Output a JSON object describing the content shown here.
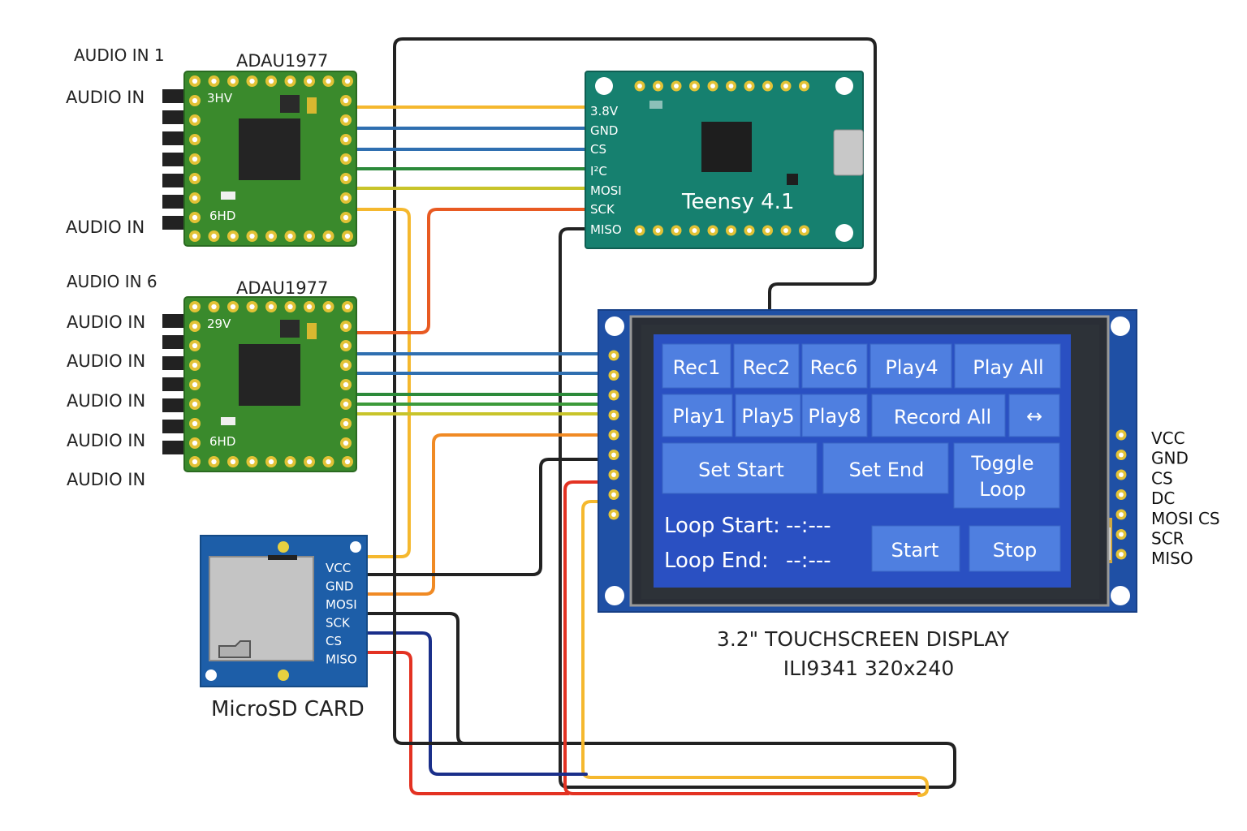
{
  "labels": {
    "audio_in_1": "AUDIO IN 1",
    "audio_in_6": "AUDIO IN 6",
    "audio_in": "AUDIO IN",
    "adau_title": "ADAU1977",
    "adau1_top_pin": "3HV",
    "adau1_bottom_pin": "6HD",
    "adau2_top_pin": "29V",
    "adau2_bottom_pin": "6HD",
    "teensy_title": "Teensy 4.1",
    "microsd_title": "MicroSD CARD",
    "display_title_line1": "3.2\" TOUCHSCREEN DISPLAY",
    "display_title_line2": "ILI9341 320x240"
  },
  "teensy_pins": [
    "3.8V",
    "GND",
    "CS",
    "I²C",
    "MOSI",
    "SCK",
    "MISO"
  ],
  "microsd_pins": [
    "VCC",
    "GND",
    "MOSI",
    "SCK",
    "CS",
    "MISO"
  ],
  "display_pins": [
    "VCC",
    "GND",
    "CS",
    "DC",
    "MOSI CS",
    "SCR",
    "MISO"
  ],
  "screen": {
    "buttons": [
      "Rec1",
      "Rec2",
      "Rec6",
      "Play4",
      "Play All",
      "Play1",
      "Play5",
      "Play8",
      "Record All",
      "↔",
      "Set Start",
      "Set End",
      "Toggle",
      "Loop",
      "Start",
      "Stop"
    ],
    "loop_start_label": "Loop Start:",
    "loop_start_value": "--:---",
    "loop_end_label": "Loop End:",
    "loop_end_value": "--:---"
  },
  "colors": {
    "adau_pcb": "#3a8a2c",
    "teensy_pcb": "#16806f",
    "display_pcb": "#1f50a5",
    "screen_bg": "#2a50c2",
    "button": "#4f7fe0",
    "sd_pcb": "#1d5ea8",
    "wire_yellow": "#f5b82e",
    "wire_blue": "#2f6fb0",
    "wire_green": "#2c8a3a",
    "wire_lime": "#b8c428",
    "wire_orange": "#f08a24",
    "wire_red": "#e33222",
    "wire_black": "#222222",
    "wire_navy": "#1a2f8a"
  }
}
